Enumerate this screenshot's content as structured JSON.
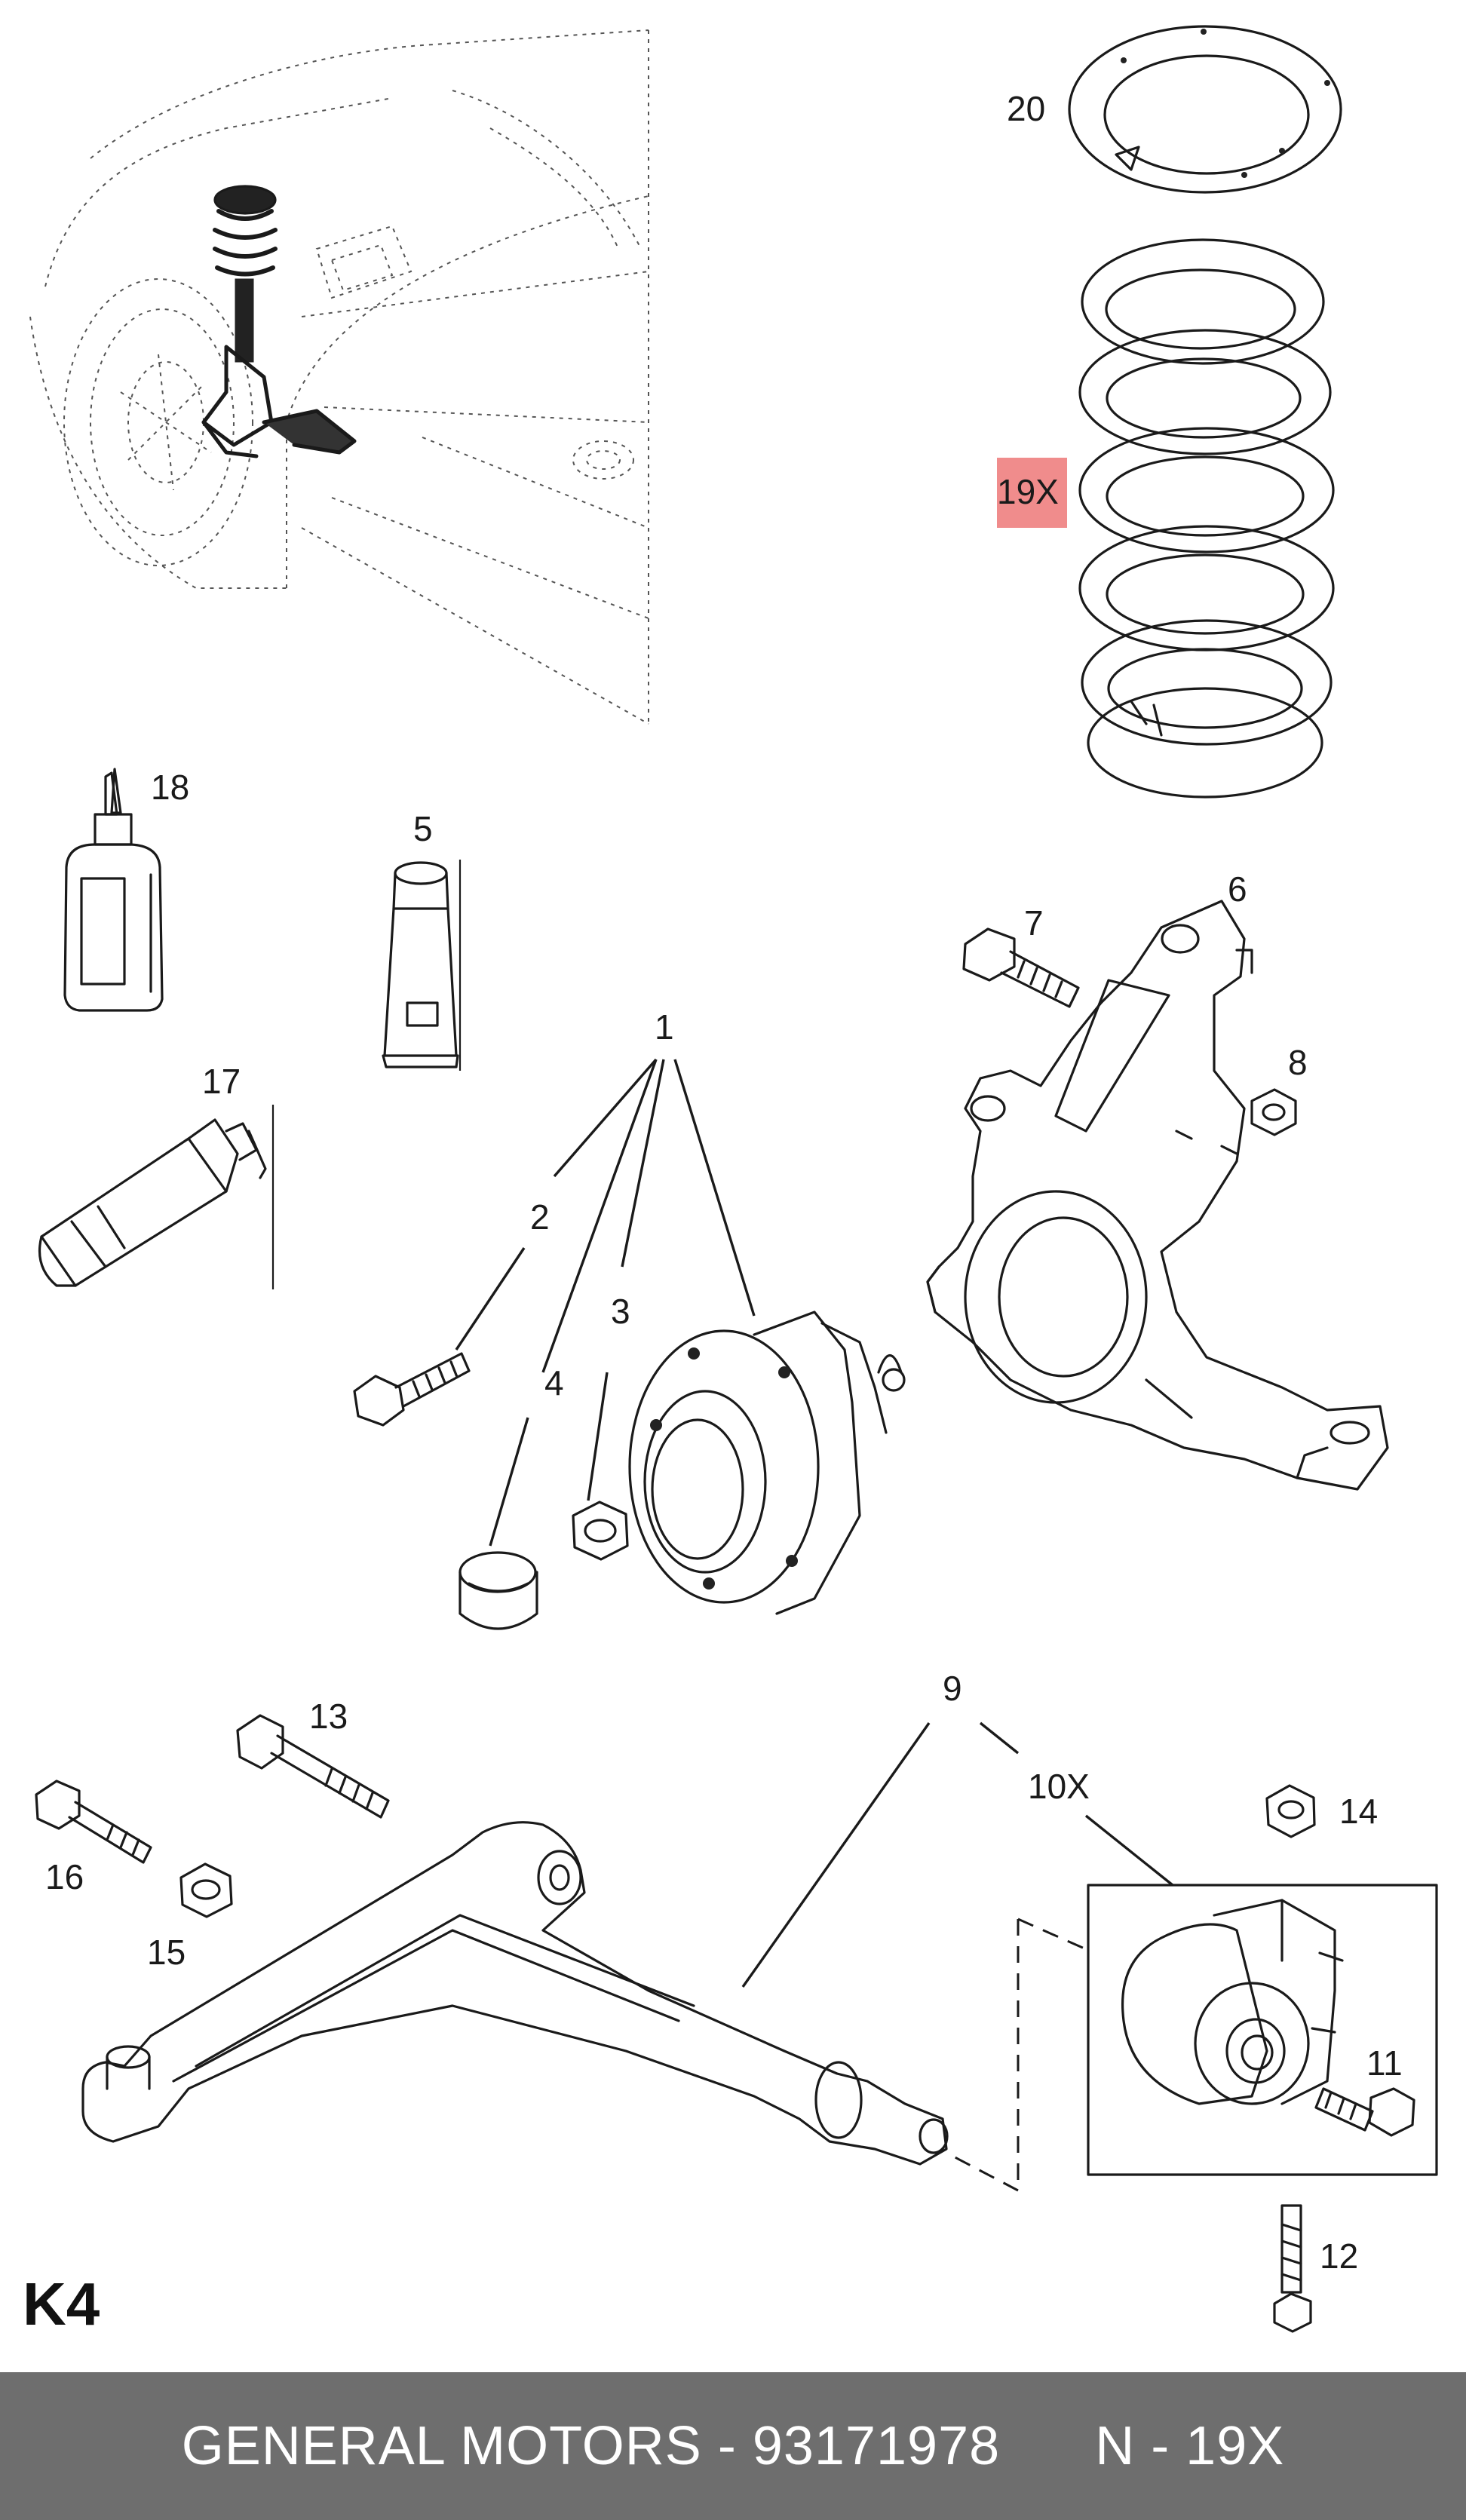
{
  "diagram": {
    "callouts": [
      {
        "id": "c20",
        "text": "20"
      },
      {
        "id": "c19x",
        "text": "19X",
        "highlighted": true
      },
      {
        "id": "c18",
        "text": "18"
      },
      {
        "id": "c5",
        "text": "5"
      },
      {
        "id": "c7",
        "text": "7"
      },
      {
        "id": "c6",
        "text": "6"
      },
      {
        "id": "c1",
        "text": "1"
      },
      {
        "id": "c8",
        "text": "8"
      },
      {
        "id": "c17",
        "text": "17"
      },
      {
        "id": "c2",
        "text": "2"
      },
      {
        "id": "c3",
        "text": "3"
      },
      {
        "id": "c4",
        "text": "4"
      },
      {
        "id": "c9",
        "text": "9"
      },
      {
        "id": "c13",
        "text": "13"
      },
      {
        "id": "c10x",
        "text": "10X"
      },
      {
        "id": "c14",
        "text": "14"
      },
      {
        "id": "c16",
        "text": "16"
      },
      {
        "id": "c15",
        "text": "15"
      },
      {
        "id": "c11",
        "text": "11"
      },
      {
        "id": "c12",
        "text": "12"
      }
    ],
    "highlight_color": "#f08c8c",
    "page_code": "K4"
  },
  "footer": {
    "brand": "GENERAL MOTORS",
    "separator": " - ",
    "part_number": "93171978",
    "ref": "N - 19X"
  }
}
